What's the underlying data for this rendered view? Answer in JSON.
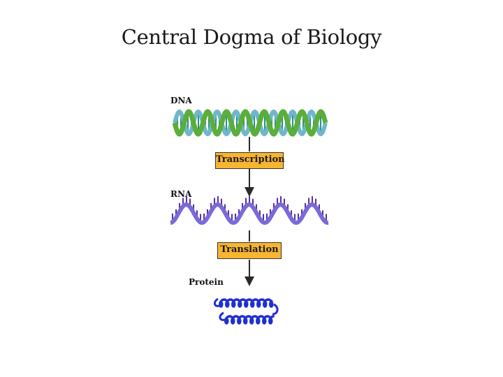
{
  "title": "Central Dogma of Biology",
  "stages": {
    "dna": "DNA",
    "rna": "RNA",
    "protein": "Protein"
  },
  "processes": {
    "transcription": "Transcription",
    "translation": "Translation"
  },
  "colors": {
    "dna_outer": "#5aae3a",
    "dna_inner": "#6fb6c9",
    "rna": "#7a6ad8",
    "rna_bases": "#5a2fa0",
    "protein": "#2030d0",
    "process_box": "#f7b530",
    "arrow": "#2a2a2a"
  }
}
